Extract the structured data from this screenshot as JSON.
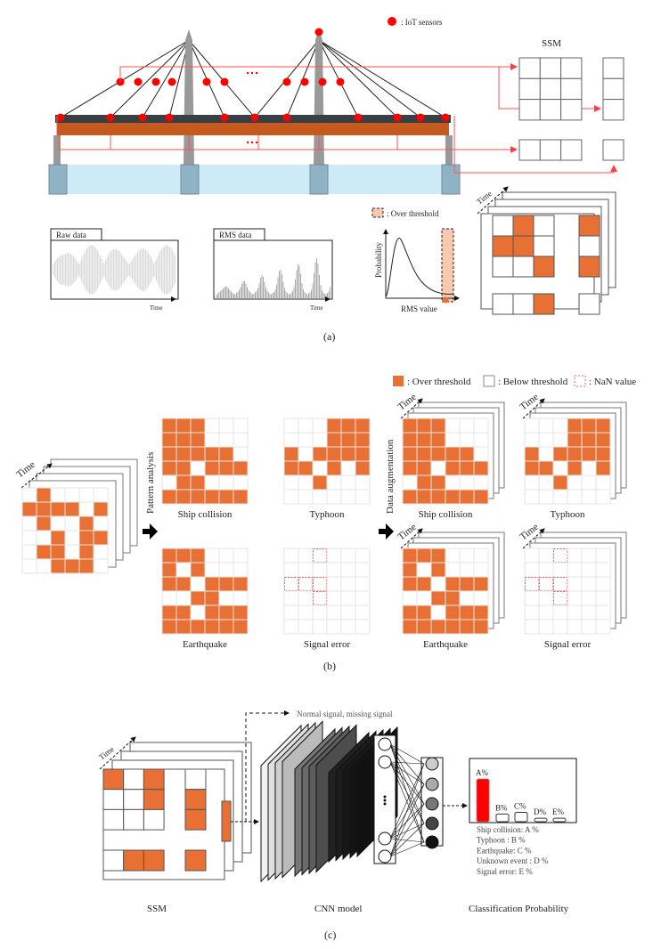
{
  "colors": {
    "over": "#e87035",
    "sensor": "#ff0000",
    "deck": "#c55a20",
    "water": "#cdeaf7",
    "nan": "#ff5a5a",
    "threshold_fill": "#f8c9ae"
  },
  "panel_a": {
    "legend_sensors": ": IoT sensors",
    "ssm_label": "SSM",
    "raw_label": "Raw data",
    "rms_label": "RMS data",
    "time_label": "Time",
    "over_threshold_label": ": Over threshold",
    "prob_axis": "Probability",
    "rms_axis": "RMS value",
    "time_axis": "Time",
    "caption": "(a)"
  },
  "panel_b": {
    "legend": {
      "over": ": Over threshold",
      "below": ": Below threshold",
      "nan": ": NaN value"
    },
    "time_label": "Time",
    "pattern_analysis": "Pattern analysis",
    "data_augmentation": "Data augmentation",
    "input_grid": [
      [
        0,
        1,
        0,
        0,
        0,
        0
      ],
      [
        1,
        1,
        1,
        1,
        0,
        1
      ],
      [
        0,
        1,
        0,
        0,
        1,
        0
      ],
      [
        0,
        0,
        1,
        0,
        1,
        1
      ],
      [
        0,
        1,
        1,
        0,
        1,
        0
      ],
      [
        0,
        0,
        1,
        1,
        1,
        0
      ]
    ],
    "patterns": [
      {
        "label": "Ship collision",
        "grid": [
          [
            1,
            1,
            1,
            0,
            0,
            0
          ],
          [
            1,
            1,
            1,
            0,
            0,
            0
          ],
          [
            1,
            1,
            1,
            1,
            1,
            0
          ],
          [
            1,
            1,
            0,
            1,
            1,
            1
          ],
          [
            0,
            1,
            1,
            0,
            0,
            0
          ],
          [
            1,
            1,
            1,
            1,
            1,
            1
          ]
        ]
      },
      {
        "label": "Typhoon",
        "grid": [
          [
            0,
            0,
            0,
            1,
            1,
            1
          ],
          [
            0,
            0,
            0,
            1,
            1,
            1
          ],
          [
            1,
            0,
            1,
            1,
            1,
            1
          ],
          [
            1,
            1,
            0,
            1,
            0,
            1
          ],
          [
            0,
            0,
            1,
            0,
            0,
            0
          ],
          [
            0,
            0,
            0,
            0,
            0,
            0
          ]
        ]
      },
      {
        "label": "Earthquake",
        "grid": [
          [
            1,
            1,
            1,
            0,
            0,
            0
          ],
          [
            1,
            0,
            1,
            0,
            0,
            0
          ],
          [
            1,
            1,
            0,
            1,
            1,
            1
          ],
          [
            0,
            0,
            1,
            1,
            0,
            0
          ],
          [
            1,
            1,
            0,
            1,
            1,
            1
          ],
          [
            1,
            1,
            1,
            1,
            1,
            1
          ]
        ]
      },
      {
        "label": "Signal error",
        "grid": [
          [
            0,
            0,
            2,
            0,
            0,
            0
          ],
          [
            0,
            0,
            0,
            0,
            0,
            0
          ],
          [
            2,
            2,
            2,
            0,
            0,
            0
          ],
          [
            0,
            0,
            2,
            0,
            0,
            0
          ],
          [
            0,
            0,
            0,
            0,
            0,
            0
          ],
          [
            0,
            0,
            0,
            0,
            0,
            0
          ]
        ]
      }
    ],
    "caption": "(b)"
  },
  "panel_c": {
    "time_label": "Time",
    "side_output": "Normal signal, missing signal",
    "bars": [
      {
        "label": "A%",
        "value": 100
      },
      {
        "label": "B%",
        "value": 18
      },
      {
        "label": "C%",
        "value": 22
      },
      {
        "label": "D%",
        "value": 8
      },
      {
        "label": "E%",
        "value": 8
      }
    ],
    "class_lines": [
      "Ship collision: A %",
      "Typhoon : B %",
      "Earthquake: C %",
      "Unknown event : D %",
      "Signal error: E %"
    ],
    "ssm_label": "SSM",
    "cnn_label": "CNN model",
    "prob_label": "Classification Probability",
    "caption": "(c)"
  }
}
